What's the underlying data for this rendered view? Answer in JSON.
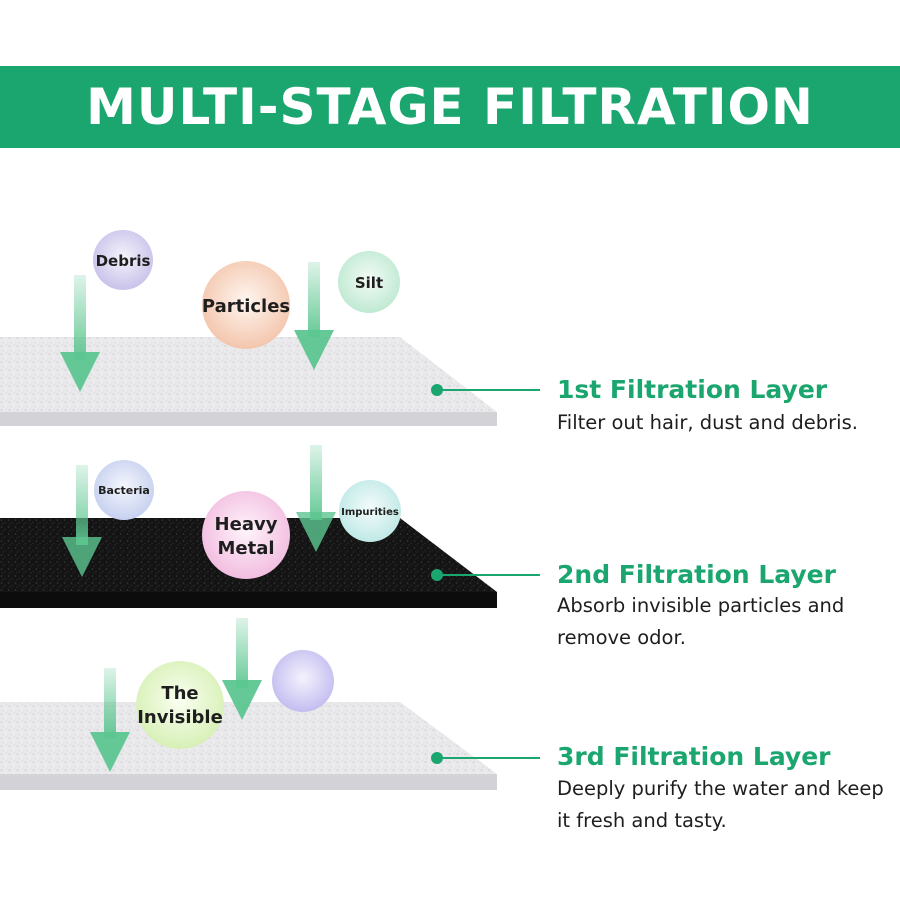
{
  "banner": {
    "title": "MULTI-STAGE FILTRATION",
    "color": "#1aa66e"
  },
  "particles": {
    "debris": "Debris",
    "particles": "Particles",
    "silt": "Silt",
    "bacteria": "Bacteria",
    "heavy_metal_line1": "Heavy",
    "heavy_metal_line2": "Metal",
    "impurities": "Impurities",
    "invisible_line1": "The",
    "invisible_line2": "Invisible"
  },
  "layers": [
    {
      "title": "1st Filtration Layer",
      "description": "Filter out hair, dust and debris."
    },
    {
      "title": "2nd Filtration Layer",
      "description": "Absorb invisible particles and remove odor."
    },
    {
      "title": "3rd Filtration Layer",
      "description": "Deeply purify the water and keep it fresh and tasty."
    }
  ],
  "colors": {
    "accent_green": "#1aa66e",
    "arrow_green": "#5cc690",
    "white_filter": "#e6e6e8",
    "carbon_filter": "#151515"
  }
}
